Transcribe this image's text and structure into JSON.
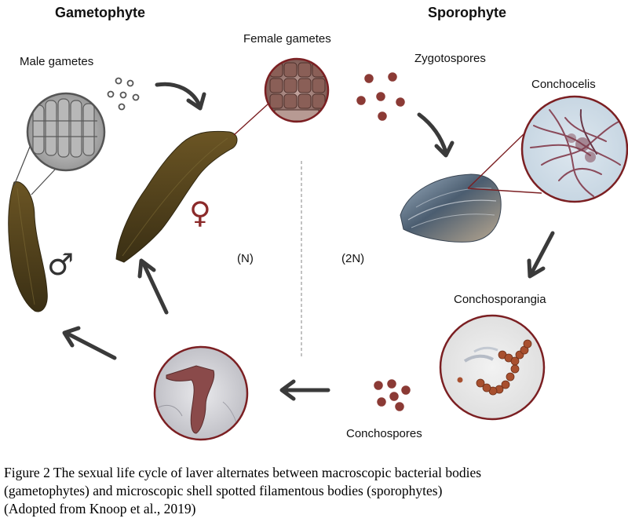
{
  "headings": {
    "gametophyte": "Gametophyte",
    "sporophyte": "Sporophyte"
  },
  "labels": {
    "male_gametes": "Male gametes",
    "female_gametes": "Female gametes",
    "zygotospores": "Zygotospores",
    "conchocelis": "Conchocelis",
    "conchosporangia": "Conchosporangia",
    "conchospores": "Conchospores"
  },
  "ploidy": {
    "haploid": "(N)",
    "diploid": "(2N)"
  },
  "symbols": {
    "male": "♂",
    "female": "♀"
  },
  "caption": {
    "line1": "Figure 2 The sexual life cycle of laver alternates between macroscopic bacterial bodies",
    "line2": "(gametophytes) and microscopic shell spotted filamentous bodies (sporophytes)",
    "line3": "(Adopted from Knoop et al., 2019)"
  },
  "colors": {
    "arrow": "#3a3a3a",
    "ring": "#7b1f22",
    "seaweed": "#4a3b1a",
    "spore": "#8b3a35",
    "female_symbol": "#8b2a2a",
    "male_symbol": "#333333"
  }
}
